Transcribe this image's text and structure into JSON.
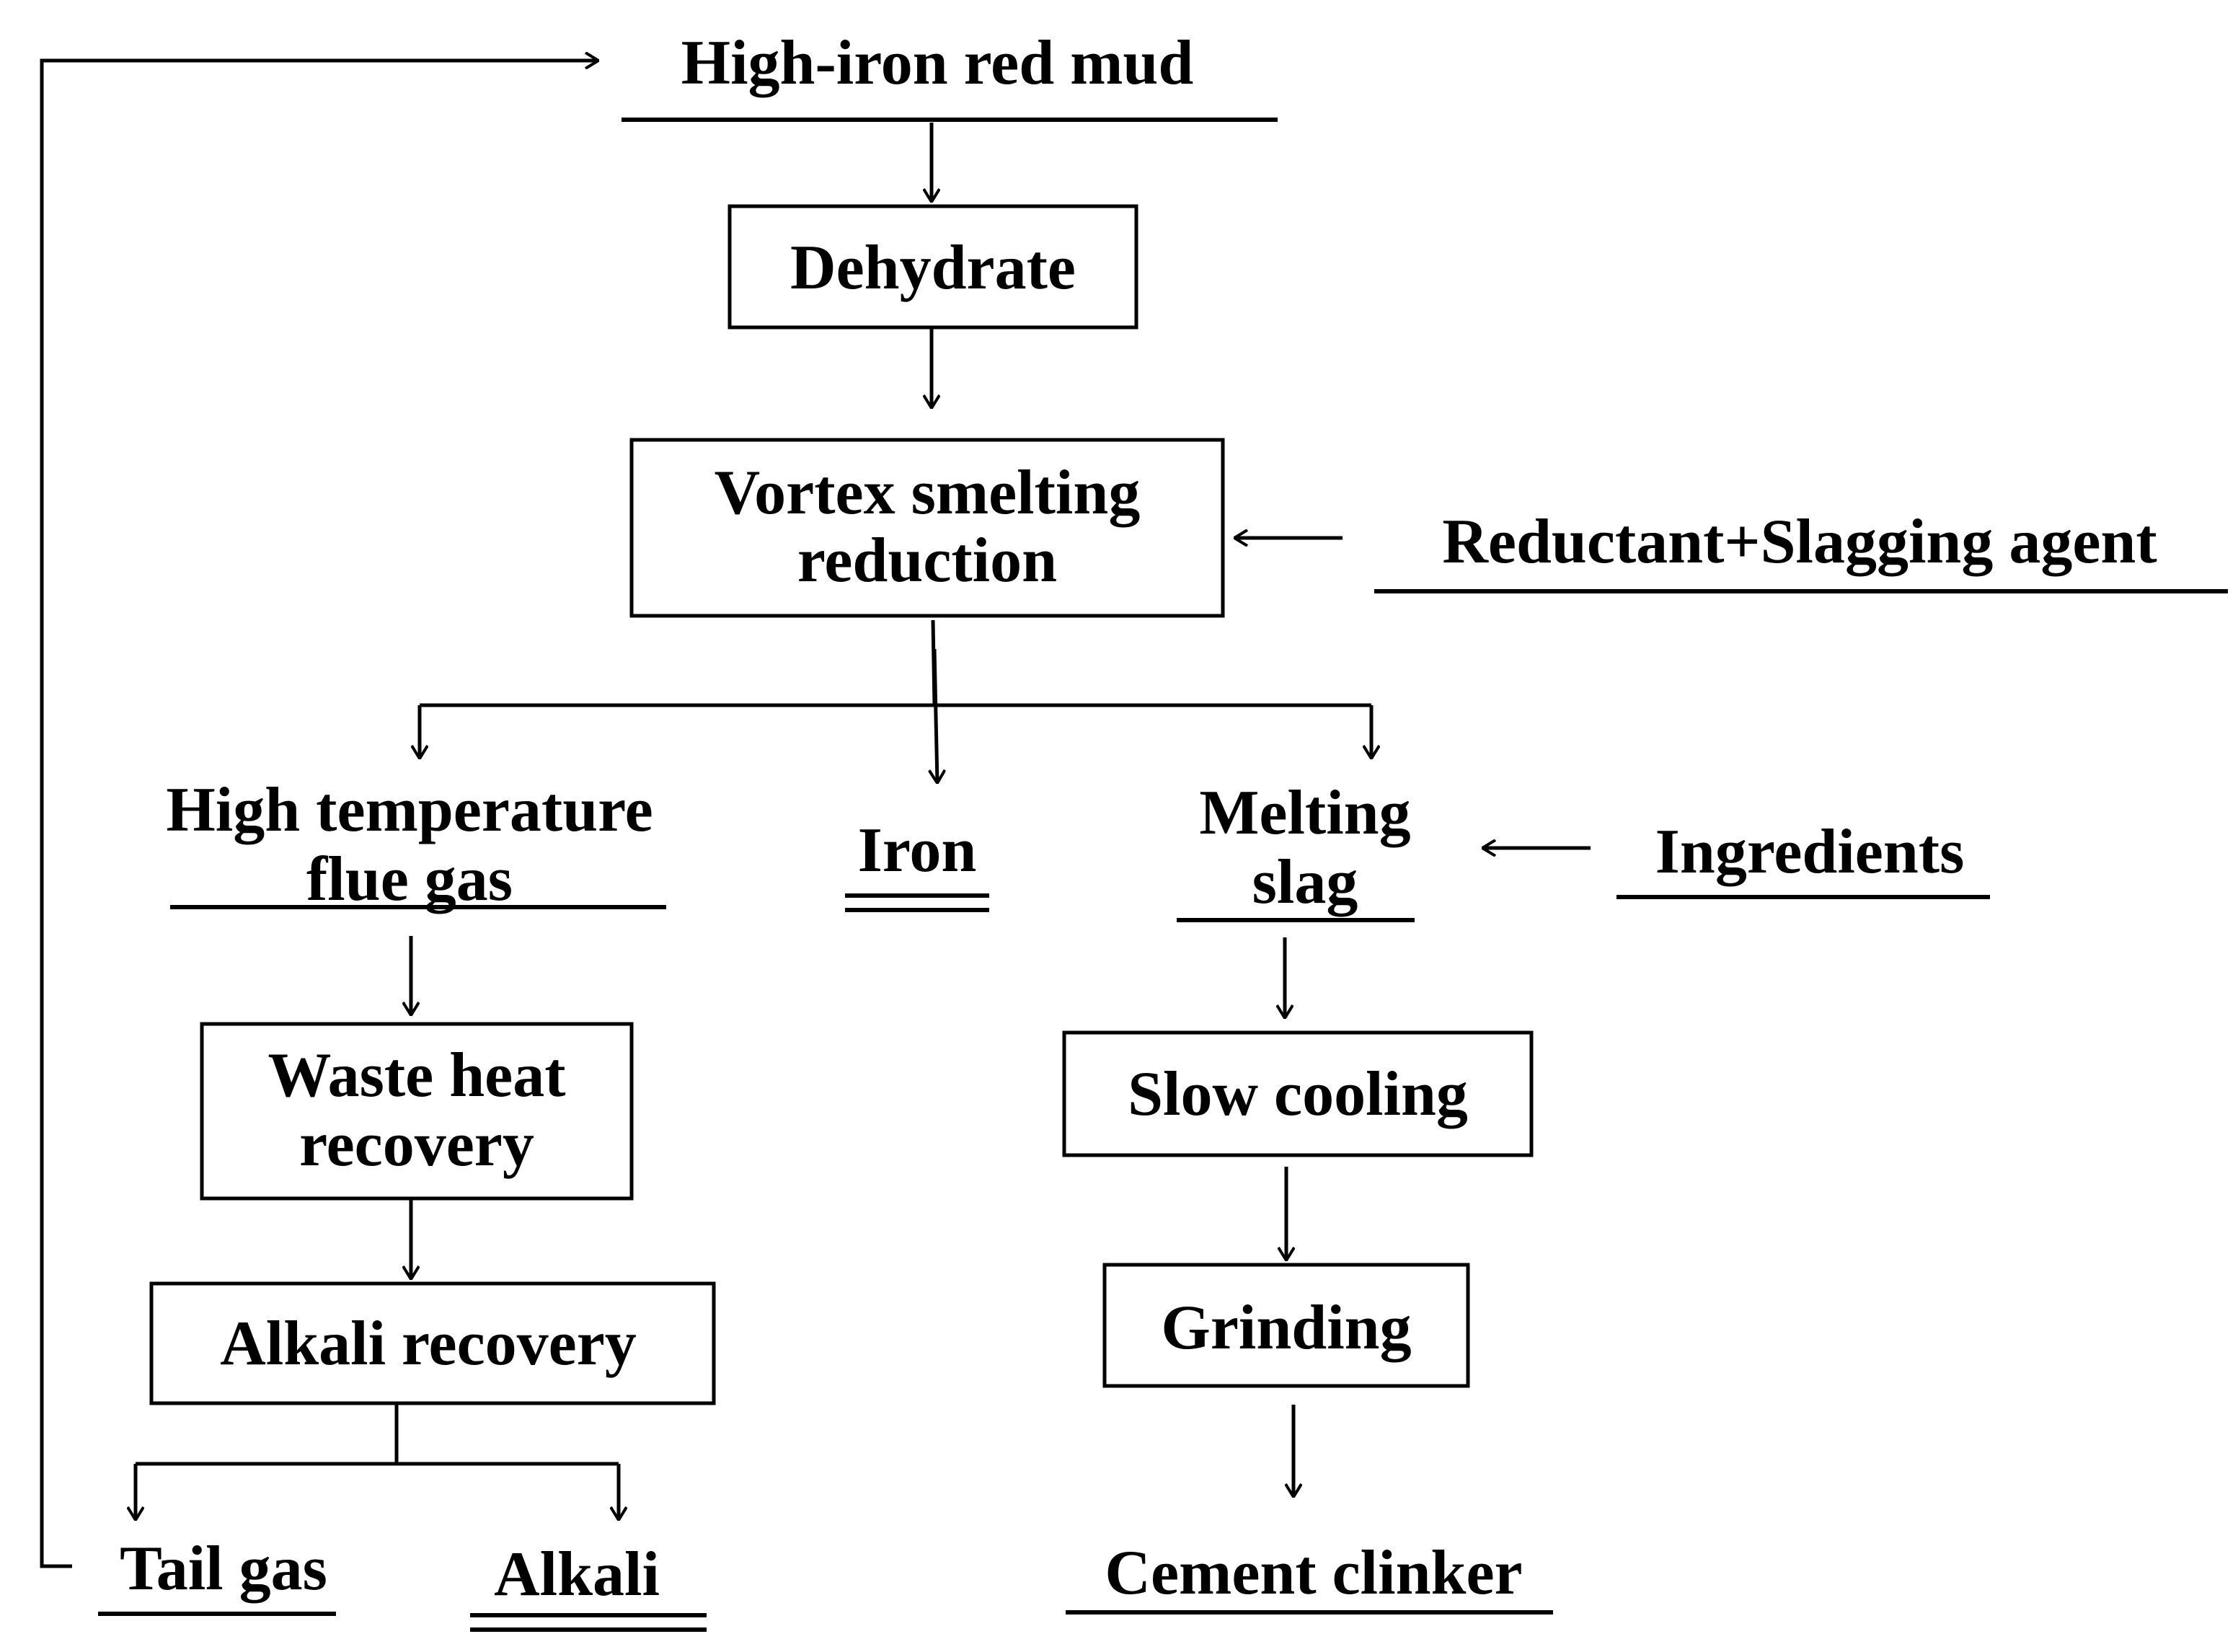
{
  "nodes": {
    "raw_material": "High-iron red mud",
    "dehydrate": "Dehydrate",
    "vortex_line1": "Vortex smelting",
    "vortex_line2": "reduction",
    "reductant": "Reductant+Slagging agent",
    "flue_gas_line1": "High temperature",
    "flue_gas_line2": "flue gas",
    "iron": "Iron",
    "melting_slag_line1": "Melting",
    "melting_slag_line2": "slag",
    "ingredients": "Ingredients",
    "waste_heat_line1": "Waste heat",
    "waste_heat_line2": "recovery",
    "alkali_recovery": "Alkali recovery",
    "tail_gas": "Tail gas",
    "alkali": "Alkali",
    "slow_cooling": "Slow cooling",
    "grinding": "Grinding",
    "cement_clinker": "Cement clinker"
  }
}
